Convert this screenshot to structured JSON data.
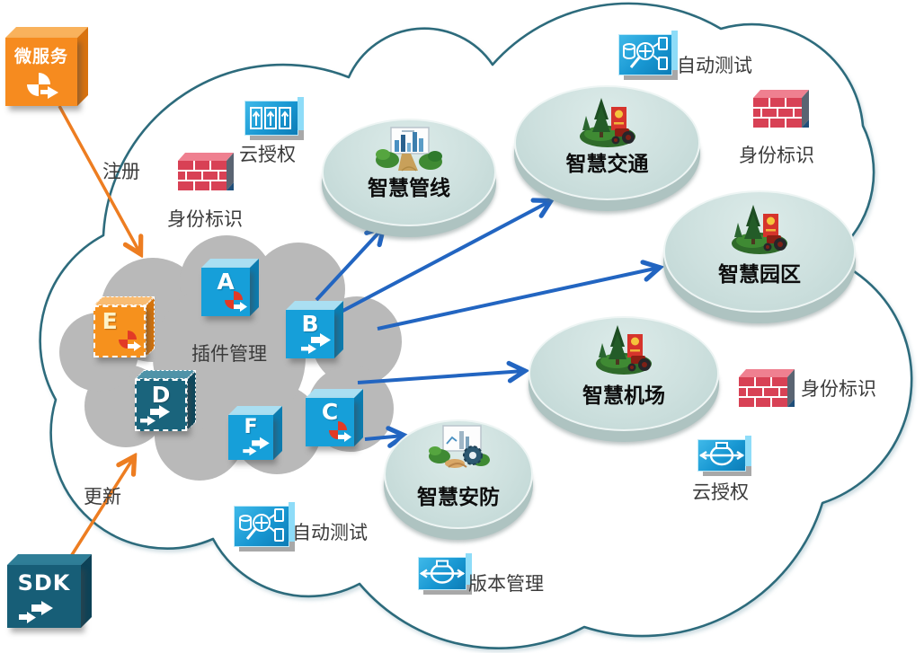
{
  "diagram": {
    "register_label": "注册",
    "update_label": "更新",
    "microservice_label": "微服务",
    "sdk_label": "SDK",
    "plugin_cloud_label": "插件管理"
  },
  "plugins": [
    {
      "letter": "A",
      "glyph": "pie-arrow-icon"
    },
    {
      "letter": "B",
      "glyph": "double-arrow-icon"
    },
    {
      "letter": "C",
      "glyph": "pie-arrow-icon"
    },
    {
      "letter": "D",
      "glyph": "double-arrow-icon"
    },
    {
      "letter": "E",
      "glyph": "pie-arrow-icon"
    },
    {
      "letter": "F",
      "glyph": "double-arrow-icon"
    }
  ],
  "applications": [
    {
      "label": "智慧管线",
      "icon": "city-pipeline-icon"
    },
    {
      "label": "智慧交通",
      "icon": "park-scene-icon"
    },
    {
      "label": "智慧园区",
      "icon": "park-scene-icon"
    },
    {
      "label": "智慧机场",
      "icon": "park-scene-icon"
    },
    {
      "label": "智慧安防",
      "icon": "security-monitor-icon"
    }
  ],
  "services": [
    {
      "label": "云授权",
      "icon": "cloud-auth-boxes-icon",
      "position": "top-left"
    },
    {
      "label": "身份标识",
      "icon": "brick-wall-icon",
      "position": "top-left"
    },
    {
      "label": "自动测试",
      "icon": "auto-test-icon",
      "position": "top-right"
    },
    {
      "label": "身份标识",
      "icon": "brick-wall-icon",
      "position": "top-right"
    },
    {
      "label": "身份标识",
      "icon": "brick-wall-icon",
      "position": "mid-right"
    },
    {
      "label": "云授权",
      "icon": "version-dial-icon",
      "position": "bottom-right"
    },
    {
      "label": "自动测试",
      "icon": "auto-test-icon",
      "position": "bottom-left"
    },
    {
      "label": "版本管理",
      "icon": "version-dial-icon",
      "position": "bottom-center"
    }
  ],
  "colors": {
    "cloud_outline": "#2d6b7c",
    "inner_cloud_gray": "#b9b9b9",
    "box_blue": "#169fd9",
    "box_teal": "#1a647c",
    "box_orange": "#f6911d",
    "arrow_blue": "#2265c1",
    "arrow_orange": "#ed7d21",
    "brick_red": "#d84155",
    "ellipse_fill": "#cde0de"
  }
}
